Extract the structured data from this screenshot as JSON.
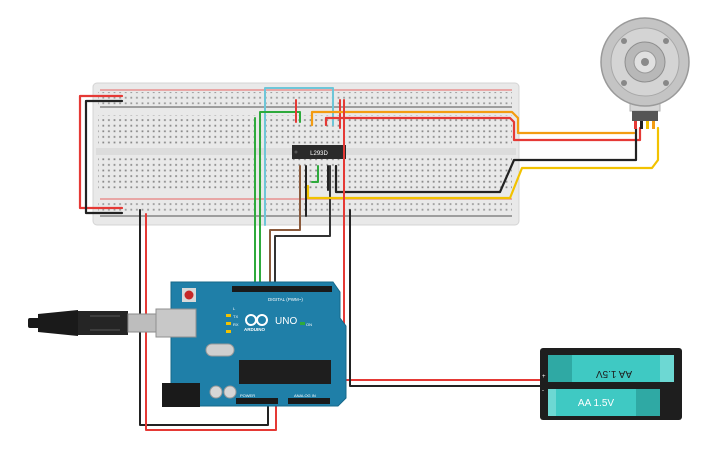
{
  "canvas": {
    "background": "#ffffff"
  },
  "breadboard": {
    "color": "#e9e9e9",
    "rail_red": "#e53935",
    "rail_black": "#222222"
  },
  "ic": {
    "label": "L293D",
    "color": "#2a2a2a"
  },
  "motor": {
    "icon": "dc-gear-motor-icon",
    "body_color": "#c4c4c4"
  },
  "arduino": {
    "brand": "ARDUINO",
    "model": "UNO",
    "digital_header": "DIGITAL (PWM~)",
    "power_header": "POWER",
    "analog_header": "ANALOG IN",
    "tx": "TX",
    "rx": "RX",
    "on": "ON",
    "l": "L",
    "board_color": "#1f7fa8"
  },
  "usb": {
    "icon": "usb-cable-icon"
  },
  "battery": {
    "cell_top": "AA 1.5V",
    "cell_bottom": "AA 1.5V",
    "plus": "+",
    "minus": "-",
    "cell_color": "#3fc9c3",
    "holder_color": "#1e1e1e"
  },
  "wire_colors": {
    "red": "#e53935",
    "black": "#222222",
    "green": "#2eaa3c",
    "cyan": "#6ec6d8",
    "orange": "#f39c12",
    "yellow": "#f2c200",
    "brown": "#8a5a3c"
  }
}
